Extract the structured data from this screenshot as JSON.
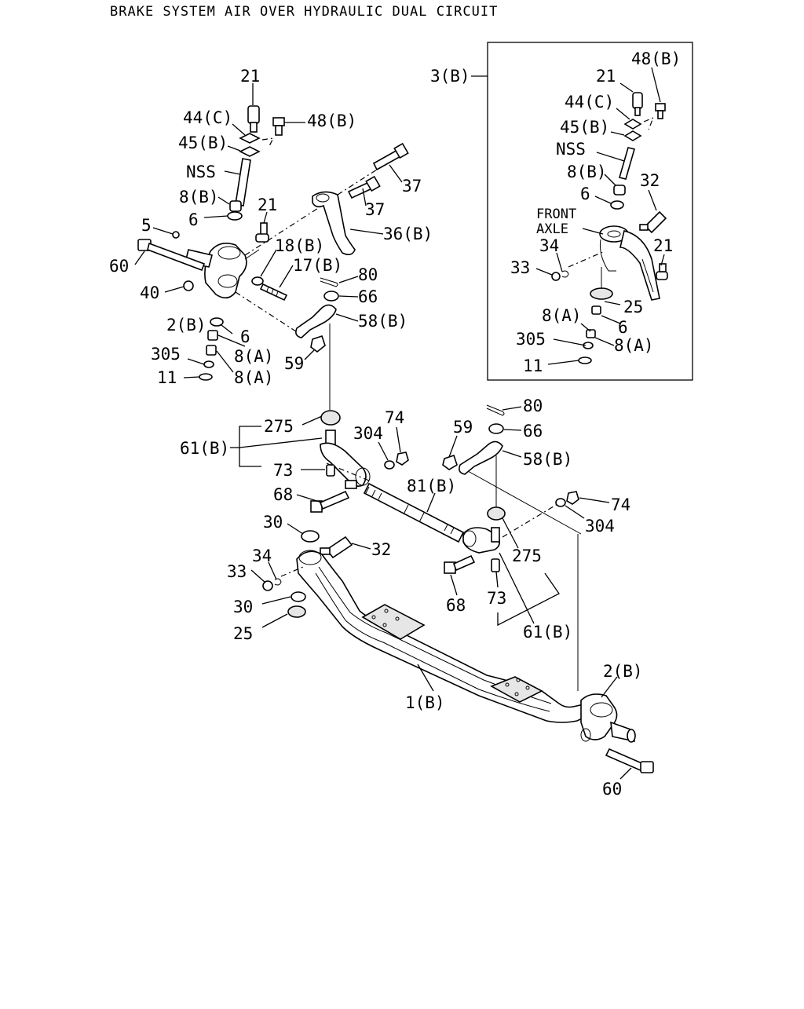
{
  "title": "BRAKE SYSTEM AIR OVER HYDRAULIC DUAL CIRCUIT",
  "inset": {
    "label": "3(B)",
    "front_axle_l1": "FRONT",
    "front_axle_l2": "AXLE"
  },
  "labels": {
    "l21a": "21",
    "l44c": "44(C)",
    "l48b": "48(B)",
    "l45b": "45(B)",
    "lnss": "NSS",
    "l8b": "8(B)",
    "l6a": "6",
    "l21b": "21",
    "l5": "5",
    "l60a": "60",
    "l37a": "37",
    "l37b": "37",
    "l36b": "36(B)",
    "l18b": "18(B)",
    "l17b": "17(B)",
    "l40": "40",
    "l80a": "80",
    "l66a": "66",
    "l58ba": "58(B)",
    "l2ba": "2(B)",
    "l6b": "6",
    "l305a": "305",
    "l8aa": "8(A)",
    "l11a": "11",
    "l8ab": "8(A)",
    "l59a": "59",
    "i48b": "48(B)",
    "i21a": "21",
    "i44c": "44(C)",
    "i45b": "45(B)",
    "inss": "NSS",
    "i8b": "8(B)",
    "i6a": "6",
    "i32": "32",
    "i34": "34",
    "i33": "33",
    "i21b": "21",
    "i25": "25",
    "i8aa": "8(A)",
    "i6b": "6",
    "i305": "305",
    "i8ab": "8(A)",
    "i11": "11",
    "l275a": "275",
    "l74a": "74",
    "l80b": "80",
    "l61ba": "61(B)",
    "l304a": "304",
    "l59b": "59",
    "l66b": "66",
    "l58bb": "58(B)",
    "l73a": "73",
    "l81b": "81(B)",
    "l68a": "68",
    "l74b": "74",
    "l304b": "304",
    "l30a": "30",
    "l32": "32",
    "l34": "34",
    "l33": "33",
    "l30b": "30",
    "l25": "25",
    "l275b": "275",
    "l68b": "68",
    "l73b": "73",
    "l61bb": "61(B)",
    "l1b": "1(B)",
    "l2bb": "2(B)",
    "l60b": "60"
  }
}
